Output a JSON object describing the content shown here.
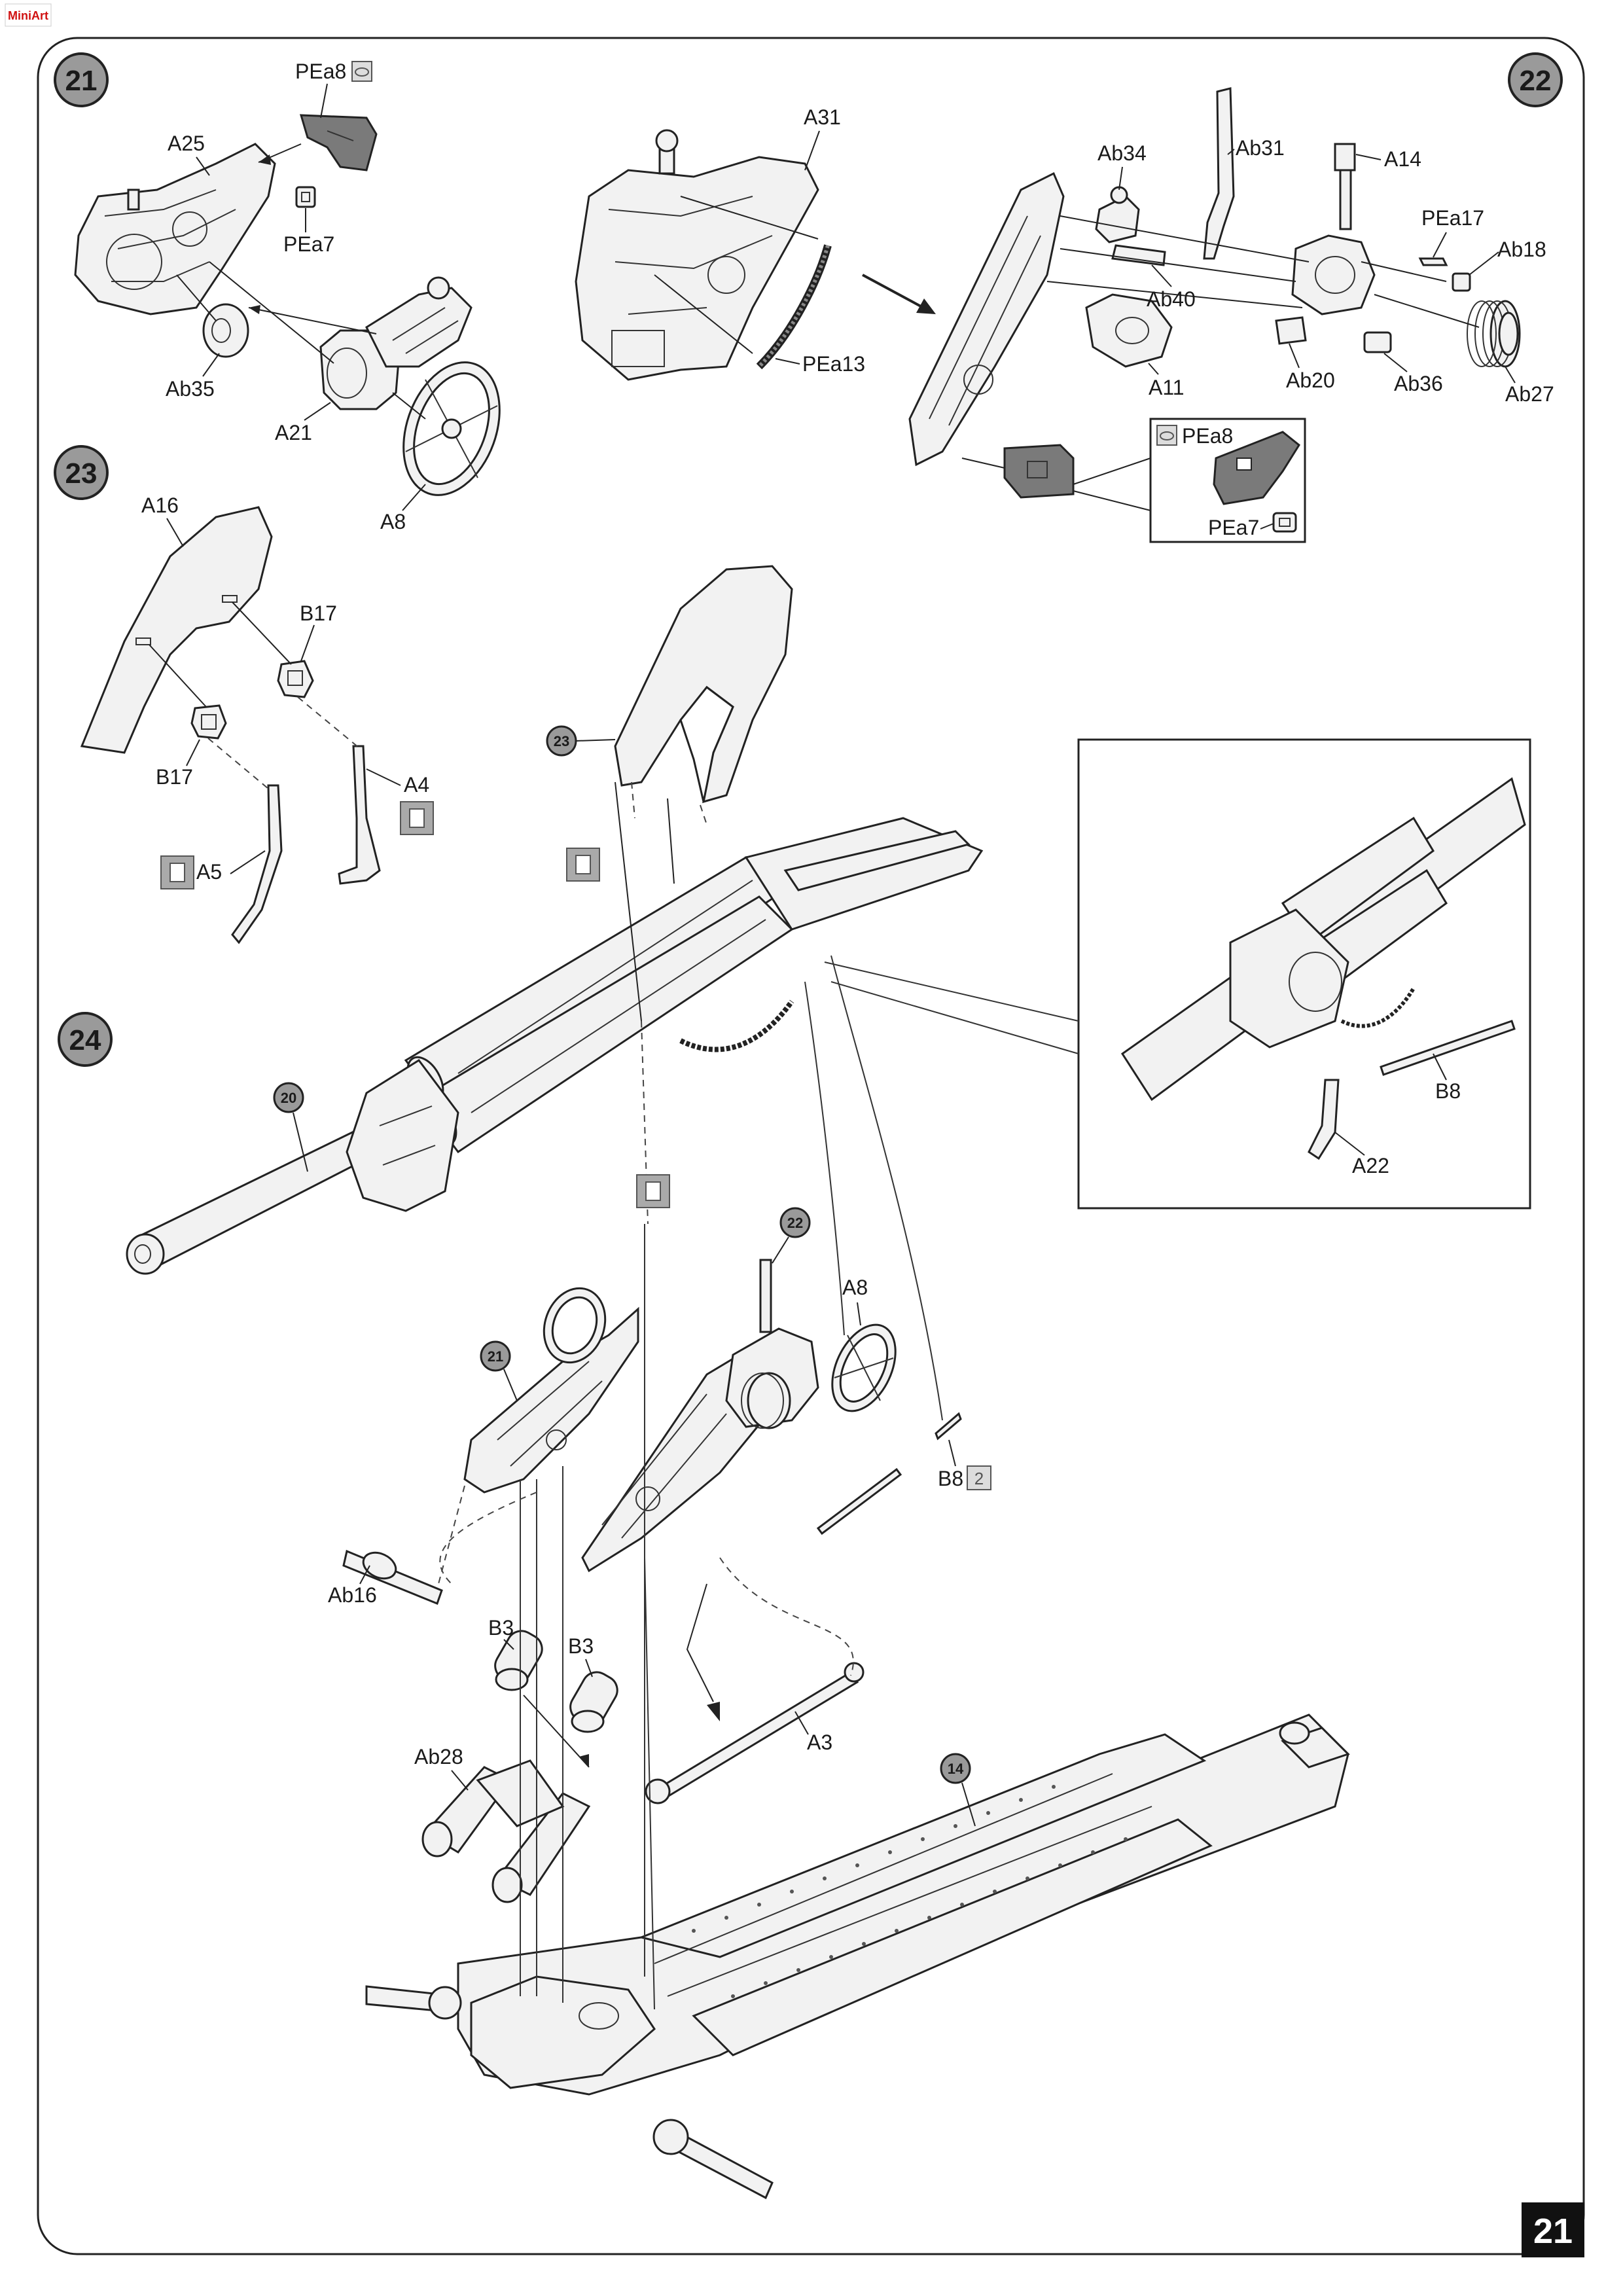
{
  "logo_text": "MiniArt",
  "steps": {
    "s21": {
      "number": "21"
    },
    "s22": {
      "number": "22"
    },
    "s23": {
      "number": "23"
    },
    "s24": {
      "number": "24"
    }
  },
  "step21": {
    "labels": {
      "pea8": "PEa8",
      "a25": "A25",
      "pea7": "PEa7",
      "ab35": "Ab35",
      "a21": "A21",
      "a8": "A8"
    }
  },
  "step22": {
    "labels": {
      "a31": "A31",
      "pea13": "PEa13",
      "ab34": "Ab34",
      "ab31": "Ab31",
      "a14": "A14",
      "pea17": "PEa17",
      "ab18": "Ab18",
      "ab40": "Ab40",
      "a11": "A11",
      "ab20": "Ab20",
      "ab36": "Ab36",
      "ab27": "Ab27",
      "pea8": "PEa8",
      "pea7": "PEa7"
    }
  },
  "step23": {
    "labels": {
      "a16": "A16",
      "b17a": "B17",
      "b17b": "B17",
      "a4": "A4",
      "a5": "A5"
    }
  },
  "step24": {
    "subassemblies": {
      "s23": "23",
      "s20": "20",
      "s21": "21",
      "s22": "22",
      "s14": "14"
    },
    "labels": {
      "b8": "B8",
      "a22": "A22",
      "a8": "A8",
      "b8b": "B8",
      "ab16": "Ab16",
      "b3a": "B3",
      "b3b": "B3",
      "ab28": "Ab28",
      "a3": "A3"
    }
  },
  "page_number": "21",
  "icons": [
    "glue-icon",
    "photo-etch-icon",
    "both-sides-icon"
  ]
}
